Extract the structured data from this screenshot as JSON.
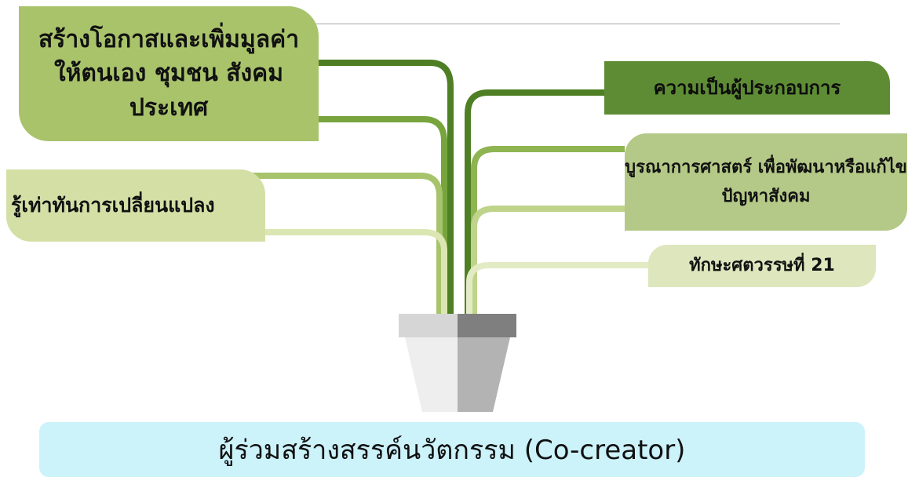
{
  "branches_left": [
    {
      "text": "สร้างโอกาสและเพิ่มมูลค่าให้ตนเอง ชุมชน สังคม ประเทศ"
    },
    {
      "text": "รู้เท่าทันการเปลี่ยนแปลง"
    }
  ],
  "branches_right": [
    {
      "text": "ความเป็นผู้ประกอบการ"
    },
    {
      "text": "บูรณาการศาสตร์ เพื่อพัฒนาหรือแก้ไขปัญหาสังคม"
    },
    {
      "text": "ทักษะศตวรรษที่ 21"
    }
  ],
  "banner": {
    "text": "ผู้ร่วมสร้างสรรค์นวัตกรรม (Co-creator)"
  },
  "colors": {
    "dark_green": "#5e8c34",
    "mid_green": "#a9c36b",
    "light_green": "#d4dfa6",
    "banner_bg": "#ccf2fa"
  }
}
